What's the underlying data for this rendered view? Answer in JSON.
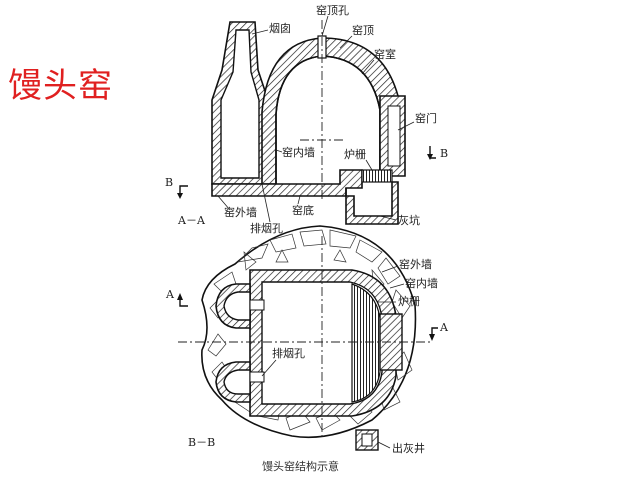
{
  "title": "馒头窑",
  "caption": "馒头窑结构示意",
  "section_aa": {
    "name": "A－A",
    "labels": {
      "chimney": "烟囱",
      "roof_hole": "窑顶孔",
      "roof": "窑顶",
      "chamber": "窑室",
      "door": "窑门",
      "inner_wall": "窑内墙",
      "grate": "炉栅",
      "outer_wall": "窑外墙",
      "floor": "窑底",
      "flue_hole": "排烟孔",
      "ash_pit": "灰坑"
    },
    "markers": {
      "left": "B",
      "right": "B"
    }
  },
  "section_bb": {
    "name": "B－B",
    "labels": {
      "outer_wall": "窑外墙",
      "inner_wall": "窑内墙",
      "grate": "炉栅",
      "flue_hole": "排烟孔",
      "ash_well": "出灰井"
    },
    "markers": {
      "top": "A",
      "right": "A"
    }
  },
  "colors": {
    "title": "#e02020",
    "lines": "#111111"
  }
}
